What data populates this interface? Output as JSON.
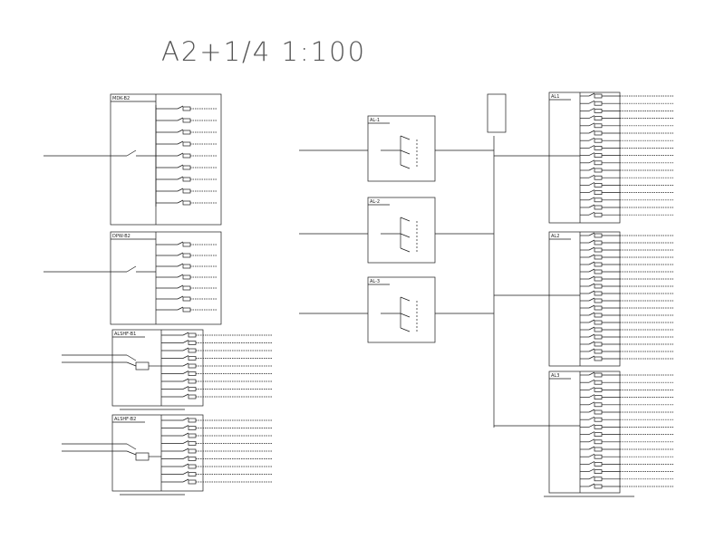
{
  "drawing": {
    "title": "A2+1/4  1:100"
  },
  "panels": [
    {
      "id": "MDK-B2"
    },
    {
      "id": "DPW-B2"
    },
    {
      "id": "AL-1"
    },
    {
      "id": "AL-2"
    },
    {
      "id": "AL-3"
    },
    {
      "id": "ALSHF-B1"
    },
    {
      "id": "ALSHF-B2"
    },
    {
      "id": "AL1"
    },
    {
      "id": "AL2"
    },
    {
      "id": "AL3"
    }
  ],
  "colors": {
    "line": "#1a1a1a",
    "title": "#555555"
  }
}
